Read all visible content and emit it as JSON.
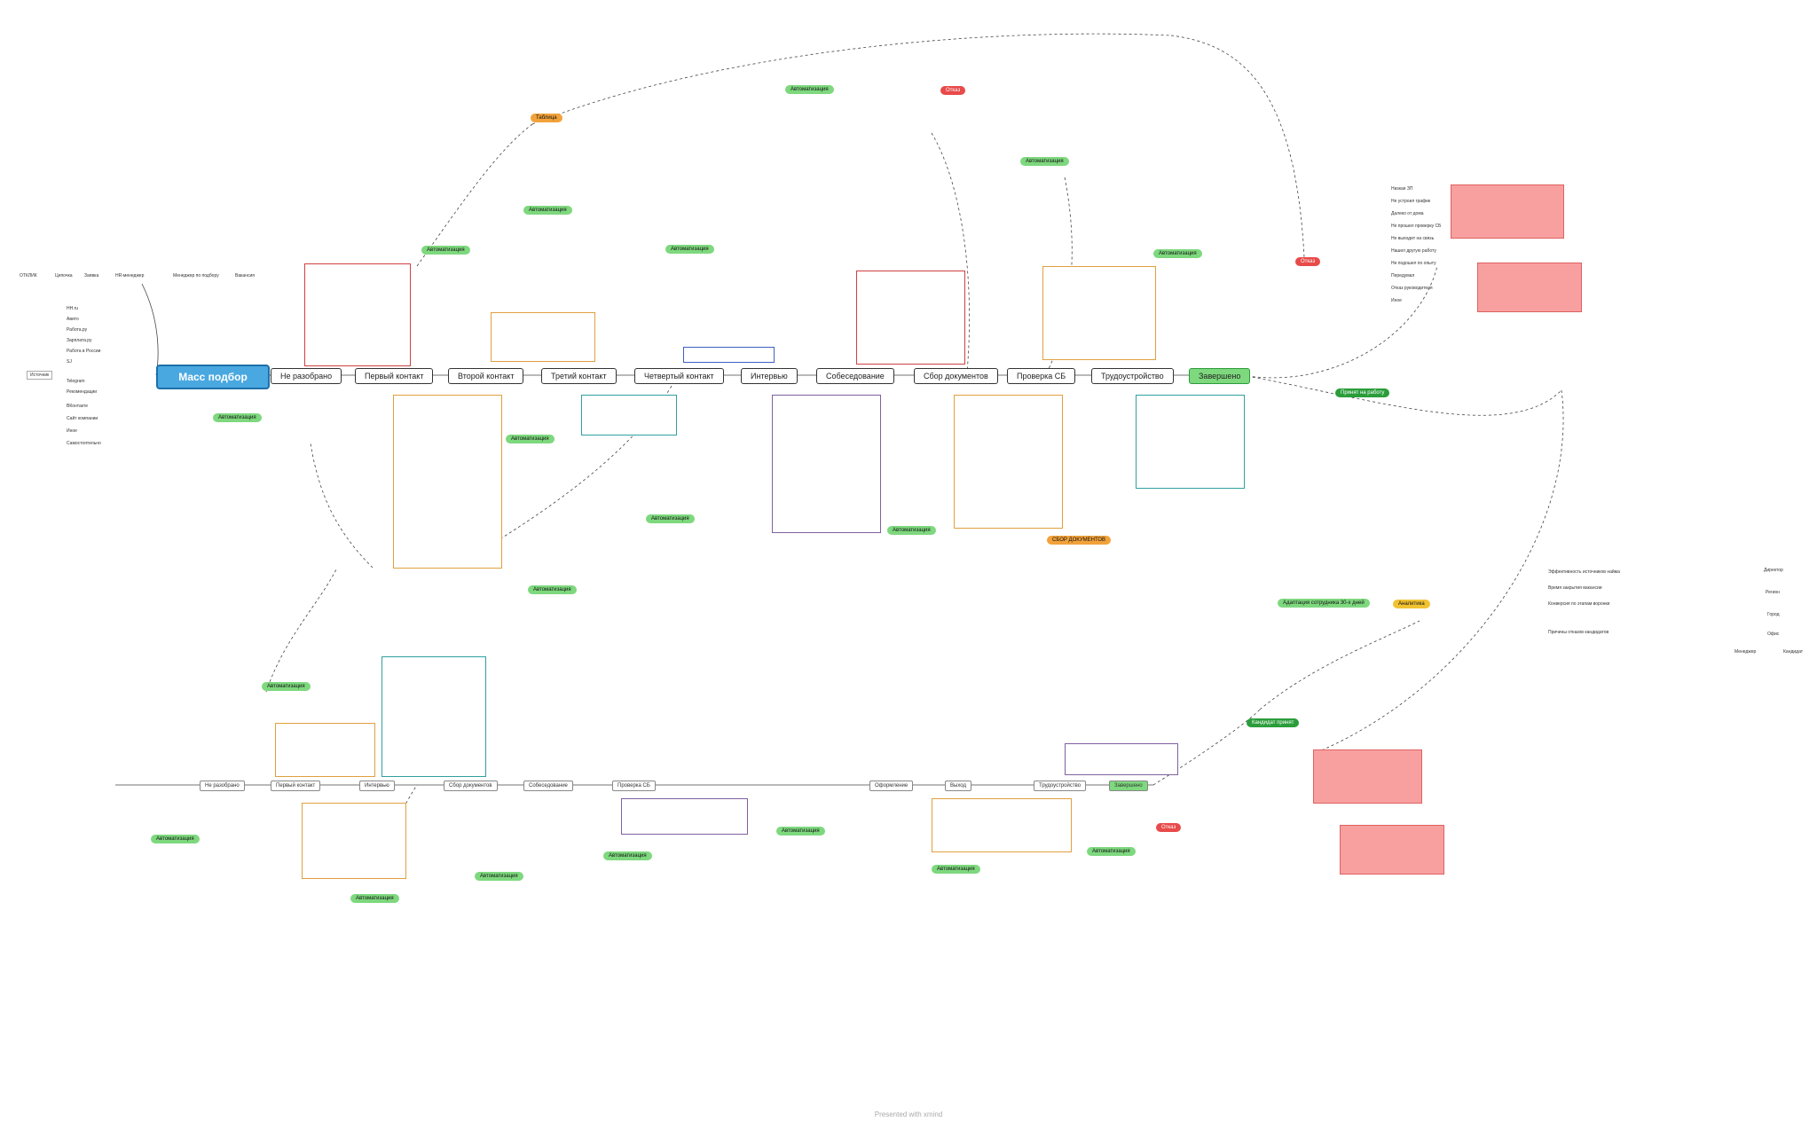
{
  "root": {
    "label": "Масс подбор"
  },
  "stages": [
    "Не разобрано",
    "Первый контакт",
    "Второй контакт",
    "Третий контакт",
    "Четвертый контакт",
    "Интервью",
    "Собеседование",
    "Сбор документов",
    "Проверка СБ",
    "Трудоустройство",
    "Завершено"
  ],
  "bottom_stages": [
    "Не разобрано",
    "Первый контакт",
    "Интервью",
    "Сбор документов",
    "Собеседование",
    "Проверка СБ",
    "Оформление",
    "Выход",
    "Трудоустройство",
    "Завершено"
  ],
  "badges": {
    "avtoproverka": "Автоматизация",
    "tablica": "Таблица",
    "otkaz": "Отказ",
    "prinyat": "Принят на работу",
    "kandidat_prinyat": "Кандидат принят",
    "adaptaciya": "Адаптация сотрудника 30-х дней",
    "analitika": "Аналитика",
    "sbor_dok": "СБОР ДОКУМЕНТОВ",
    "otkaz2": "Отказ"
  },
  "left_list": {
    "title": "Источник",
    "items": [
      "HH.ru",
      "Авито",
      "Работа.ру",
      "Зарплата.ру",
      "Работа в России",
      "SJ",
      "Telegram",
      "Рекомендации",
      "ВКонтакте",
      "Сайт компании",
      "Иное",
      "Самостоятельно"
    ]
  },
  "left_flow": {
    "start": "ОТКЛИК",
    "steps": [
      "Цепочка",
      "Заявка",
      "HR-менеджер",
      "Менеджер по подбору",
      "Вакансия"
    ]
  },
  "right_reasons": [
    "Низкая ЗП",
    "Не устроил график",
    "Далеко от дома",
    "Не прошел проверку СБ",
    "Не выходит на связь",
    "Нашел другую работу",
    "Не подошел по опыту",
    "Передумал",
    "Отказ руководителя",
    "Иное"
  ],
  "right_tree": {
    "top": "Директор",
    "nodes": [
      "Регион",
      "Город",
      "Офис",
      "Менеджер",
      "Кандидат"
    ]
  },
  "right_notes": [
    "Эффективность источников найма",
    "Время закрытия вакансии",
    "Конверсия по этапам воронки",
    "Причины отказов кандидатов"
  ],
  "legend": {
    "green": "Автоматизация",
    "orange": "Таблица",
    "red": "Отказ"
  },
  "footer": "Presented with xmind"
}
